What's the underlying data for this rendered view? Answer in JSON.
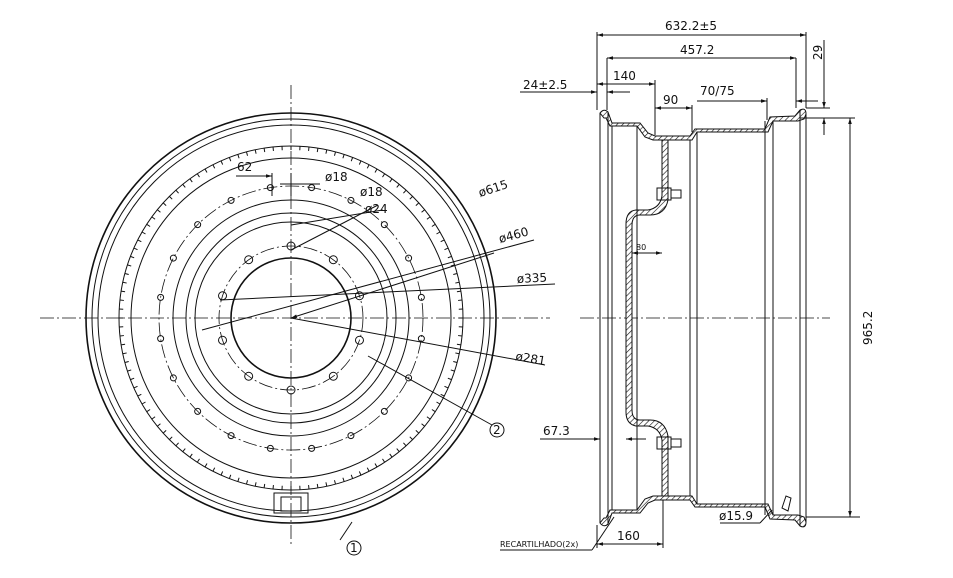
{
  "front_view": {
    "dimensions": {
      "hole_spacing": "62",
      "hole_dia_1": "ø18",
      "hole_dia_2": "ø18",
      "hole_dia_3": "ø24",
      "dia_615": "ø615",
      "dia_460": "ø460",
      "dia_335": "ø335",
      "dia_281": "ø281"
    },
    "balloons": {
      "item1": "1",
      "item2": "2"
    }
  },
  "section_view": {
    "dimensions": {
      "overall_width": "632.2±5",
      "rim_width": "457.2",
      "flange_offset": "24±2.5",
      "dim_140": "140",
      "dim_90": "90",
      "dim_70_75": "70/75",
      "dim_29": "29",
      "diameter": "965.2",
      "dim_80": "80",
      "dim_67_3": "67.3",
      "dim_160": "160",
      "valve_hole": "ø15.9"
    },
    "notes": {
      "knurling": "RECARTILHADO(2x)"
    }
  }
}
